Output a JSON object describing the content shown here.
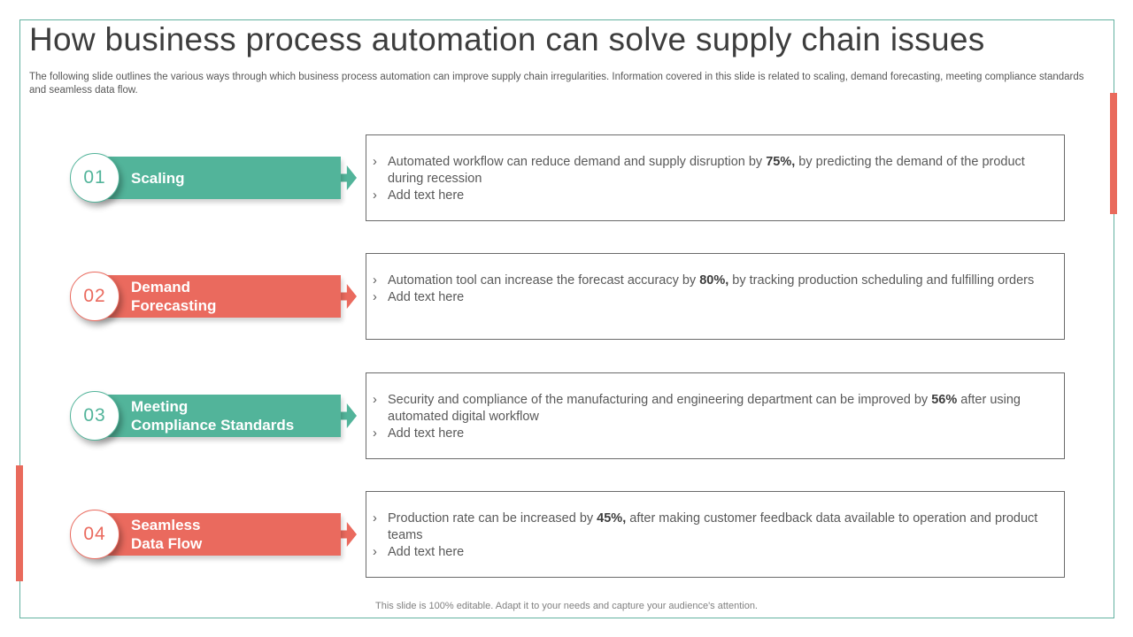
{
  "slide": {
    "title": "How business process automation can solve supply chain issues",
    "subtitle": "The following slide outlines the various ways through which business process automation can improve supply chain irregularities. Information covered in this slide is related to scaling, demand forecasting, meeting compliance standards and seamless data flow.",
    "footer": "This slide is 100% editable.  Adapt it to your needs and capture your audience's attention."
  },
  "ui": {
    "bullet_marker": "›"
  },
  "colors": {
    "teal": "#52b49a",
    "coral": "#ea6a5e",
    "slide_border": "#63b1a0",
    "textbox_border": "#6a6a6a",
    "body_text": "#595959",
    "title_text": "#3d3d3d"
  },
  "items": [
    {
      "number": "01",
      "label": "Scaling",
      "theme": "teal",
      "bullets": [
        {
          "pre": "Automated workflow can reduce demand and supply disruption by ",
          "bold": "75%,",
          "post": " by predicting the demand of the product during recession"
        },
        {
          "pre": "Add text here",
          "bold": "",
          "post": ""
        }
      ]
    },
    {
      "number": "02",
      "label": "Demand\nForecasting",
      "theme": "coral",
      "bullets": [
        {
          "pre": "Automation tool can increase the forecast accuracy by ",
          "bold": "80%,",
          "post": " by tracking production scheduling and fulfilling orders"
        },
        {
          "pre": "Add text here",
          "bold": "",
          "post": ""
        }
      ]
    },
    {
      "number": "03",
      "label": "Meeting\nCompliance Standards",
      "theme": "teal",
      "bullets": [
        {
          "pre": "Security and compliance of the manufacturing and engineering department can be improved by ",
          "bold": "56%",
          "post": " after using automated digital workflow"
        },
        {
          "pre": "Add text here",
          "bold": "",
          "post": ""
        }
      ]
    },
    {
      "number": "04",
      "label": "Seamless\nData Flow",
      "theme": "coral",
      "bullets": [
        {
          "pre": "Production rate can be increased by ",
          "bold": "45%,",
          "post": " after making customer feedback data available to operation and product teams"
        },
        {
          "pre": "Add text here",
          "bold": "",
          "post": ""
        }
      ]
    }
  ]
}
